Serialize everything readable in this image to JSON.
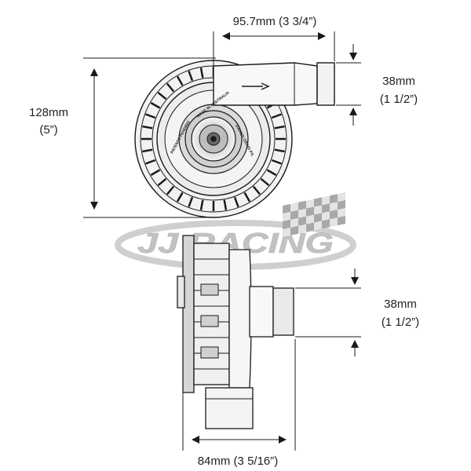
{
  "dimensions": {
    "width_top": "95.7mm (3 3/4”)",
    "height_mm": "128mm",
    "height_in": "(5”)",
    "outlet_top_mm": "38mm",
    "outlet_top_in": "(1 1/2”)",
    "outlet_side_mm": "38mm",
    "outlet_side_in": "(1 1/2”)",
    "depth_bottom": "84mm (3 5/16”)"
  },
  "watermark": {
    "brand": "JJ RACING"
  },
  "pump_stamp": {
    "line1": "MADE IN AUSTRALIA",
    "line2": "DAVIES CRAIG P/L",
    "line3": "PATENTS PENDING"
  },
  "colors": {
    "line": "#1a1a1a",
    "body_fill": "#f2f2f2",
    "shadow": "#9a9a9a",
    "watermark": "#c8c8c8"
  }
}
